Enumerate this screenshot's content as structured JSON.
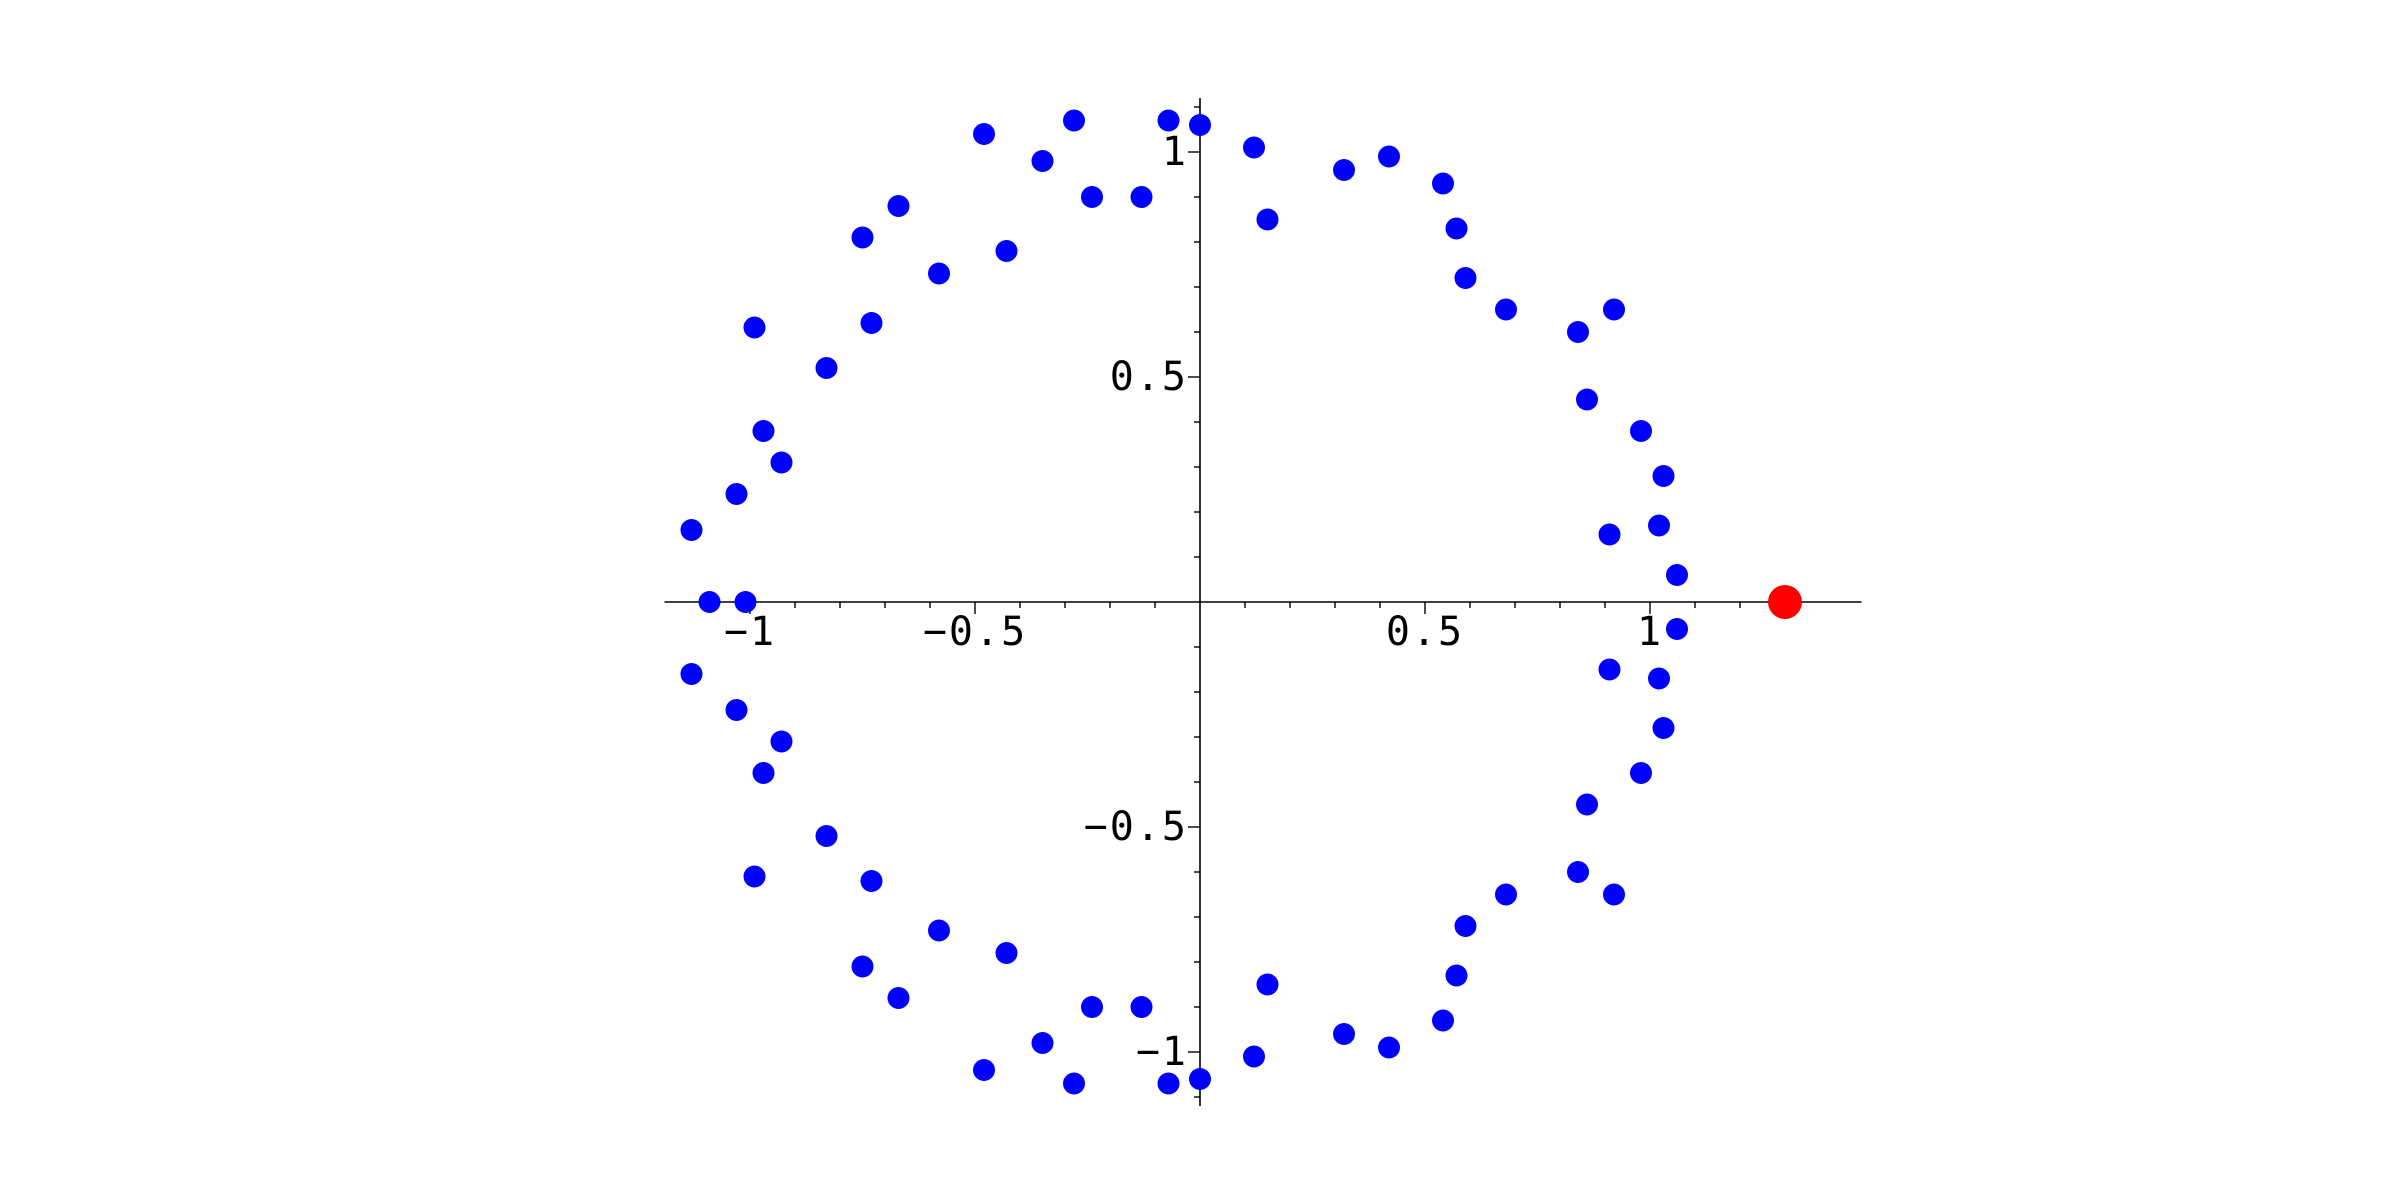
{
  "chart_data": {
    "type": "scatter",
    "title": "",
    "xlabel": "",
    "ylabel": "",
    "xlim": [
      -1.19,
      1.37
    ],
    "ylim": [
      -1.12,
      1.12
    ],
    "grid": false,
    "legend": "none",
    "x_ticks": [
      {
        "value": -1,
        "label": "−1"
      },
      {
        "value": -0.5,
        "label": "−0.5"
      },
      {
        "value": 0.5,
        "label": "0.5"
      },
      {
        "value": 1,
        "label": "1"
      }
    ],
    "y_ticks": [
      {
        "value": -1,
        "label": "−1"
      },
      {
        "value": -0.5,
        "label": "−0.5"
      },
      {
        "value": 0.5,
        "label": "0.5"
      },
      {
        "value": 1,
        "label": "1"
      }
    ],
    "series": [
      {
        "color": "#0000ff",
        "marker": "circle",
        "points": [
          [
            -0.07,
            1.07
          ],
          [
            0.0,
            1.06
          ],
          [
            -0.28,
            1.07
          ],
          [
            -0.48,
            1.04
          ],
          [
            -0.35,
            0.98
          ],
          [
            -0.24,
            0.9
          ],
          [
            -0.13,
            0.9
          ],
          [
            0.12,
            1.01
          ],
          [
            0.15,
            0.85
          ],
          [
            0.32,
            0.96
          ],
          [
            0.42,
            0.99
          ],
          [
            0.54,
            0.93
          ],
          [
            0.57,
            0.83
          ],
          [
            0.59,
            0.72
          ],
          [
            0.68,
            0.65
          ],
          [
            0.84,
            0.6
          ],
          [
            0.92,
            0.65
          ],
          [
            0.86,
            0.45
          ],
          [
            0.98,
            0.38
          ],
          [
            1.03,
            0.28
          ],
          [
            0.91,
            0.15
          ],
          [
            1.02,
            0.17
          ],
          [
            1.06,
            0.06
          ],
          [
            -0.67,
            0.88
          ],
          [
            -0.75,
            0.81
          ],
          [
            -0.43,
            0.78
          ],
          [
            -0.58,
            0.73
          ],
          [
            -0.73,
            0.62
          ],
          [
            -0.99,
            0.61
          ],
          [
            -0.83,
            0.52
          ],
          [
            -0.97,
            0.38
          ],
          [
            -0.93,
            0.31
          ],
          [
            -1.03,
            0.24
          ],
          [
            -1.13,
            0.16
          ],
          [
            -1.09,
            0.0
          ],
          [
            -1.01,
            0.0
          ],
          [
            1.06,
            -0.06
          ],
          [
            1.02,
            -0.17
          ],
          [
            0.91,
            -0.15
          ],
          [
            1.03,
            -0.28
          ],
          [
            0.98,
            -0.38
          ],
          [
            0.86,
            -0.45
          ],
          [
            0.84,
            -0.6
          ],
          [
            0.92,
            -0.65
          ],
          [
            0.68,
            -0.65
          ],
          [
            0.59,
            -0.72
          ],
          [
            0.57,
            -0.83
          ],
          [
            0.54,
            -0.93
          ],
          [
            0.42,
            -0.99
          ],
          [
            0.32,
            -0.96
          ],
          [
            0.15,
            -0.85
          ],
          [
            0.12,
            -1.01
          ],
          [
            0.0,
            -1.06
          ],
          [
            -0.07,
            -1.07
          ],
          [
            -0.13,
            -0.9
          ],
          [
            -0.24,
            -0.9
          ],
          [
            -0.28,
            -1.07
          ],
          [
            -0.35,
            -0.98
          ],
          [
            -0.48,
            -1.04
          ],
          [
            -0.43,
            -0.78
          ],
          [
            -0.58,
            -0.73
          ],
          [
            -0.67,
            -0.88
          ],
          [
            -0.75,
            -0.81
          ],
          [
            -0.73,
            -0.62
          ],
          [
            -0.83,
            -0.52
          ],
          [
            -0.99,
            -0.61
          ],
          [
            -0.97,
            -0.38
          ],
          [
            -0.93,
            -0.31
          ],
          [
            -1.03,
            -0.24
          ],
          [
            -1.13,
            -0.16
          ]
        ]
      },
      {
        "color": "#ff0000",
        "marker": "circle",
        "points": [
          [
            1.3,
            0.0
          ]
        ]
      }
    ]
  }
}
